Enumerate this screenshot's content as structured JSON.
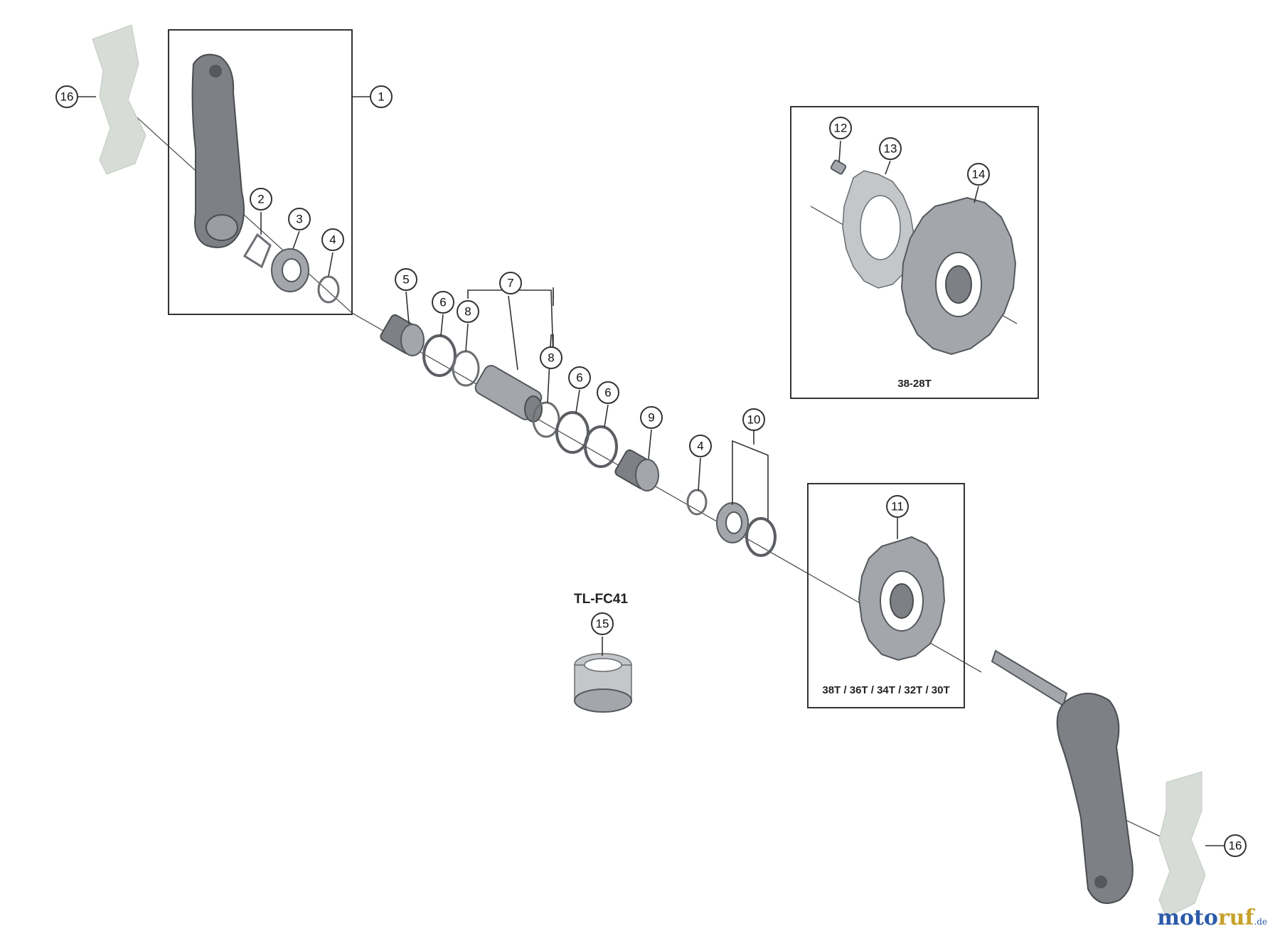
{
  "callouts": {
    "c1": "1",
    "c2": "2",
    "c3": "3",
    "c4a": "4",
    "c5": "5",
    "c6a": "6",
    "c6b": "6",
    "c6c": "6",
    "c7": "7",
    "c8a": "8",
    "c8b": "8",
    "c9": "9",
    "c10": "10",
    "c11": "11",
    "c12": "12",
    "c13": "13",
    "c14": "14",
    "c15": "15",
    "c16a": "16",
    "c16b": "16",
    "c4b": "4"
  },
  "labels": {
    "chainring_double_range": "38-28T",
    "chainring_single_sizes": "38T / 36T / 34T / 32T / 30T",
    "tool_name": "TL-FC41"
  },
  "watermark": {
    "part1": "moto",
    "part2": "ruf",
    "tld": ".de"
  },
  "colors": {
    "part_dark": "#7d8084",
    "guard": "#d7dcd7",
    "watermark_blue": "#2b5aa8",
    "watermark_gold": "#c7a12a"
  }
}
